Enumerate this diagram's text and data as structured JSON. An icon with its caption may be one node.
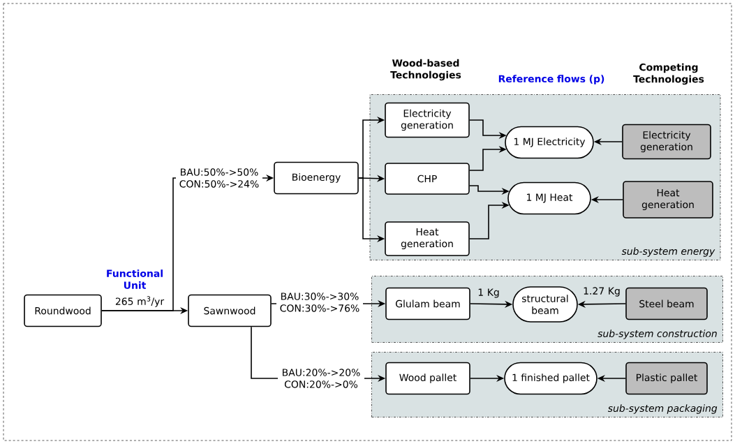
{
  "diagram": {
    "nodes": [
      {
        "text": [
          "Roundwood"
        ]
      },
      {
        "text": [
          "Sawnwood"
        ]
      },
      {
        "text": [
          "Bioenergy"
        ]
      },
      {
        "text": [
          "sub-system energy"
        ]
      },
      {
        "text": [
          "Electricity generation"
        ],
        "in": 3
      },
      {
        "text": [
          "CHP"
        ],
        "in": 3
      },
      {
        "text": [
          "Heat generation"
        ],
        "in": 3
      },
      {
        "text": [
          "1 MJ Electricity"
        ],
        "in": 3
      },
      {
        "text": [
          "1 MJ Heat"
        ],
        "in": 3
      },
      {
        "text": [
          "Electricity generation"
        ],
        "in": 3
      },
      {
        "text": [
          "Heat generation"
        ],
        "in": 3
      },
      {
        "text": [
          "sub-system construction"
        ]
      },
      {
        "text": [
          "Glulam beam"
        ],
        "in": 11
      },
      {
        "text": [
          "structural beam"
        ],
        "in": 11
      },
      {
        "text": [
          "Steel beam"
        ],
        "in": 11
      },
      {
        "text": [
          "sub-system packaging"
        ]
      },
      {
        "text": [
          "Wood pallet"
        ],
        "in": 15
      },
      {
        "text": [
          "1 finished pallet"
        ],
        "in": 15
      },
      {
        "text": [
          "Plastic pallet"
        ],
        "in": 15
      }
    ],
    "edges": [
      {
        "from": 0,
        "to": 1,
        "arrow": "to",
        "label": "265 m$^{3}$/yr"
      },
      {
        "from": 0,
        "to": 2,
        "arrow": "to",
        "label": "BAU:50%->50% CON:50%->24%"
      },
      {
        "from": 1,
        "to": 12,
        "arrow": "to",
        "label": "BAU:30%->30% CON:30%->76%"
      },
      {
        "from": 1,
        "to": 16,
        "arrow": "to",
        "label": "BAU:20%->20% CON:20%->0%"
      },
      {
        "from": 2,
        "to": 4,
        "arrow": "to"
      },
      {
        "from": 2,
        "to": 5,
        "arrow": "to"
      },
      {
        "from": 2,
        "to": 6,
        "arrow": "to"
      },
      {
        "from": 4,
        "to": 7,
        "arrow": "to"
      },
      {
        "from": 5,
        "to": 7,
        "arrow": "to"
      },
      {
        "from": 5,
        "to": 8,
        "arrow": "to"
      },
      {
        "from": 6,
        "to": 8,
        "arrow": "to"
      },
      {
        "from": 9,
        "to": 7,
        "arrow": "to"
      },
      {
        "from": 10,
        "to": 8,
        "arrow": "to"
      },
      {
        "from": 12,
        "to": 13,
        "arrow": "to",
        "label": "1 Kg"
      },
      {
        "from": 14,
        "to": 13,
        "arrow": "to",
        "label": "1.27 Kg"
      },
      {
        "from": 16,
        "to": 17,
        "arrow": "to"
      },
      {
        "from": 18,
        "to": 17,
        "arrow": "to"
      }
    ],
    "labels": [
      "Functional Unit",
      "Wood-based Technologies",
      "Reference flows (p)",
      "Competing Technologies"
    ]
  }
}
